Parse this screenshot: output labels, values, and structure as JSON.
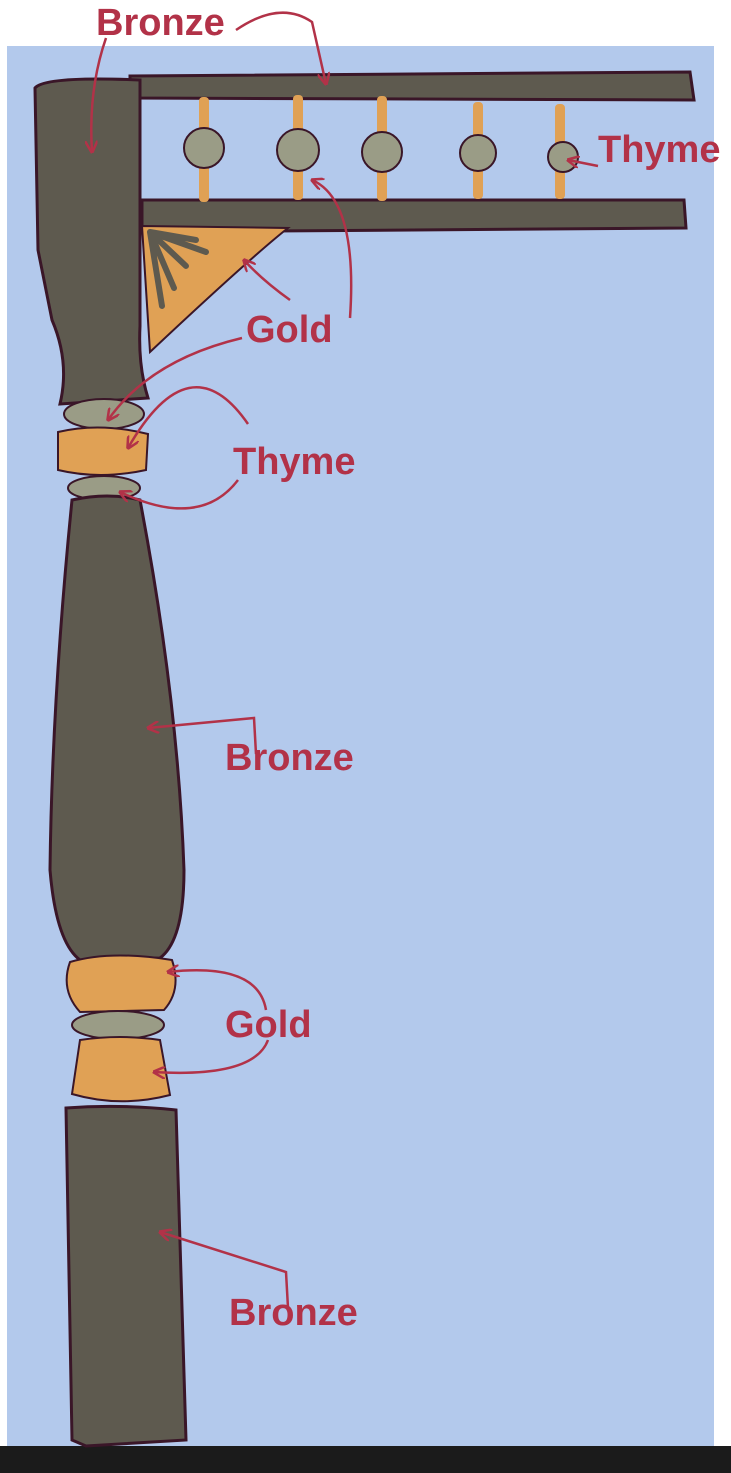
{
  "labels": {
    "bronze_top": "Bronze",
    "thyme_balusters": "Thyme",
    "gold_upper": "Gold",
    "thyme_collar": "Thyme",
    "bronze_shaft": "Bronze",
    "gold_lower": "Gold",
    "bronze_foot": "Bronze"
  },
  "colors": {
    "paper": "#b3c9ec",
    "bronze": "#5e5a4f",
    "gold": "#e0a155",
    "thyme": "#9a9c86",
    "annotation": "#b23248",
    "outline": "#3a1628"
  }
}
